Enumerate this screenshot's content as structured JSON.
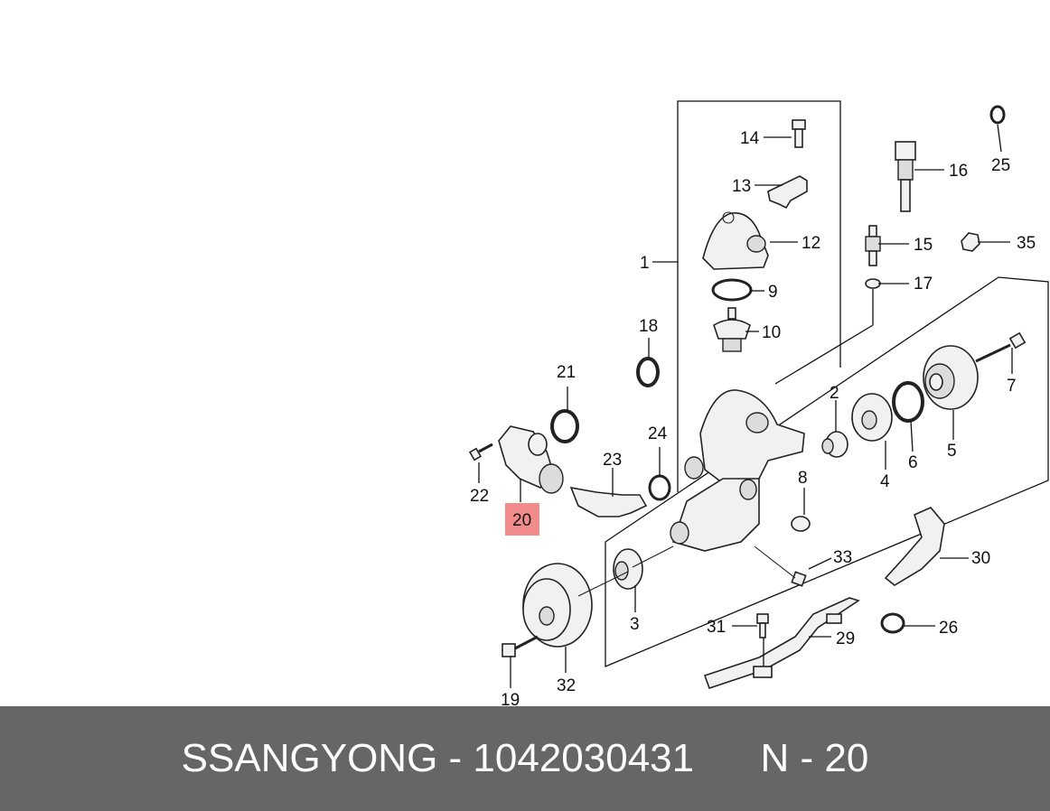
{
  "highlight_color": "#f28b8b",
  "footer_color": "#666666",
  "diagram": {
    "highlighted_label": "20",
    "labels": [
      "1",
      "2",
      "3",
      "4",
      "5",
      "6",
      "7",
      "8",
      "9",
      "10",
      "12",
      "13",
      "14",
      "15",
      "16",
      "17",
      "18",
      "19",
      "21",
      "22",
      "23",
      "24",
      "25",
      "26",
      "29",
      "30",
      "31",
      "32",
      "33",
      "35"
    ]
  },
  "footer": {
    "brand": "SSANGYONG",
    "separator": " - ",
    "part_number": "1042030431",
    "ref": "N - 20"
  }
}
